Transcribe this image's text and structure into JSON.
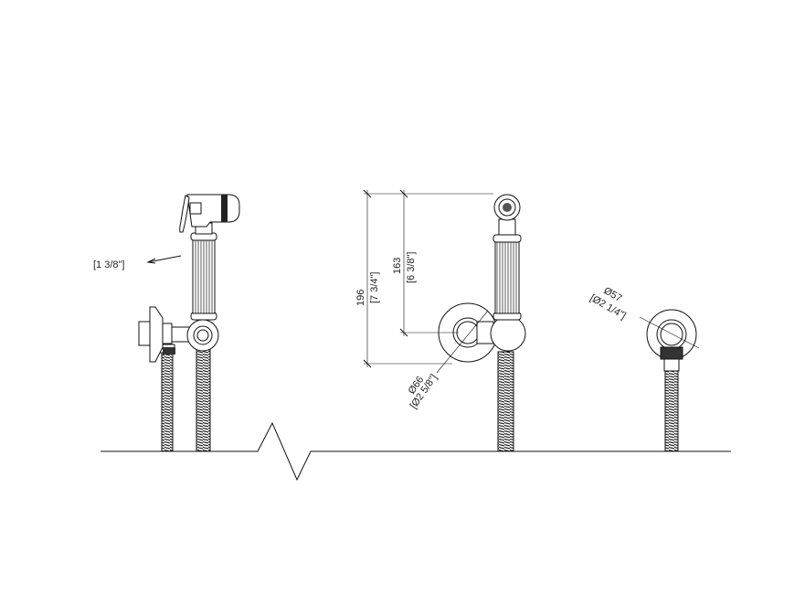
{
  "dimensions": {
    "left_width": "[1 3/8\"]",
    "height_total_mm": "196",
    "height_total_in": "[7 3/4\"]",
    "height_holder_mm": "163",
    "height_holder_in": "[6 3/8\"]",
    "flange_dia_mm": "Ø66",
    "flange_dia_in": "[Ø2 5/8\"]",
    "outlet_dia_mm": "Ø57",
    "outlet_dia_in": "[Ø2 1/4\"]"
  },
  "colors": {
    "line": "#111111",
    "background": "#ffffff"
  }
}
